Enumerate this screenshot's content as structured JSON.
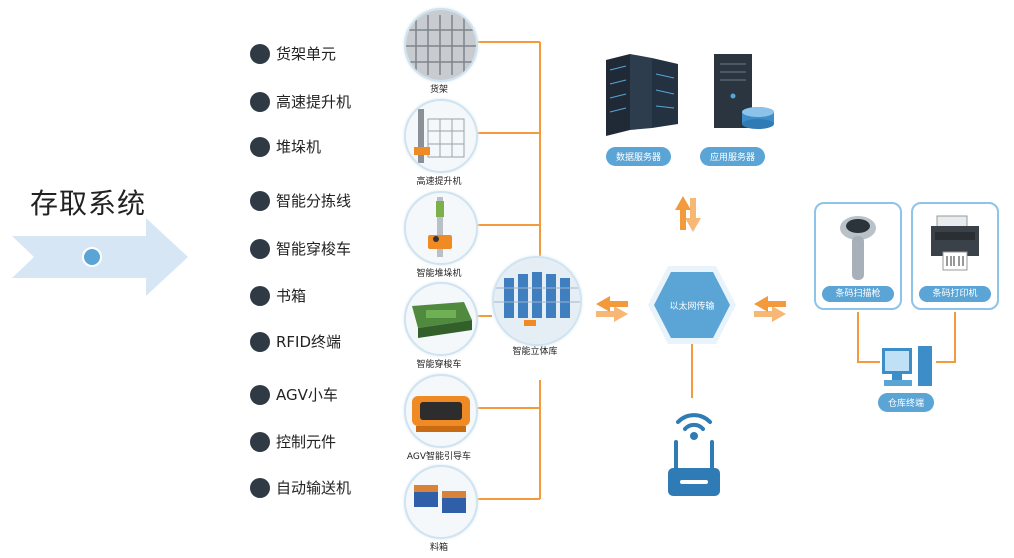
{
  "title": "存取系统",
  "list_items": [
    "货架单元",
    "高速提升机",
    "堆垛机",
    "智能分拣线",
    "智能穿梭车",
    "书箱",
    "RFID终端",
    "AGV小车",
    "控制元件",
    "自动输送机"
  ],
  "equipment": [
    {
      "label": "货架",
      "icon": "shelving-icon"
    },
    {
      "label": "高速提升机",
      "icon": "lifter-icon"
    },
    {
      "label": "智能堆垛机",
      "icon": "stacker-crane-icon"
    },
    {
      "label": "智能穿梭车",
      "icon": "shuttle-car-icon"
    },
    {
      "label": "AGV智能引导车",
      "icon": "agv-icon"
    },
    {
      "label": "料箱",
      "icon": "bin-icon"
    }
  ],
  "warehouse_label": "智能立体库",
  "ethernet_label": "以太网传输",
  "servers": [
    {
      "label": "数据服务器",
      "icon": "server-rack-icon"
    },
    {
      "label": "应用服务器",
      "icon": "application-server-icon"
    }
  ],
  "devices": [
    {
      "label": "条码扫描枪",
      "icon": "barcode-scanner-icon"
    },
    {
      "label": "条码打印机",
      "icon": "barcode-printer-icon"
    }
  ],
  "terminal_label": "仓库终端",
  "colors": {
    "connector": "#f39a3c",
    "accent": "#5aa4d6",
    "dot": "#2f3a45",
    "arrow": "#d7e6f4"
  }
}
